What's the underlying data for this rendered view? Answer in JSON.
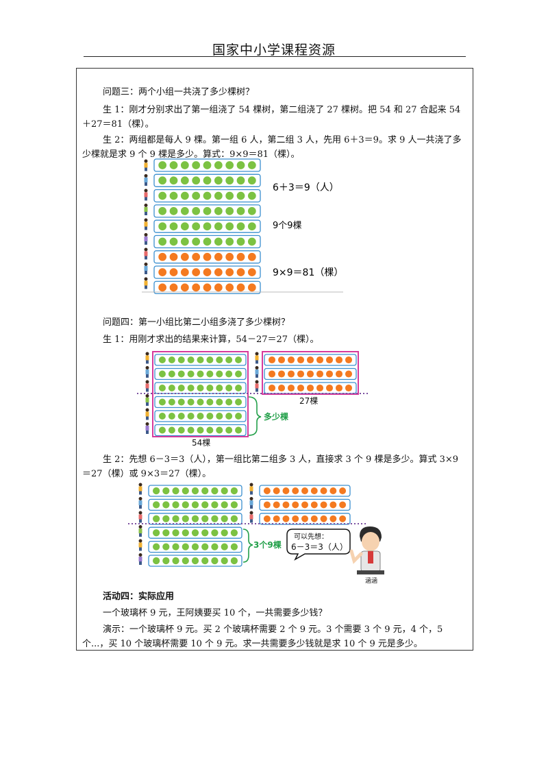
{
  "header": {
    "title": "国家中小学课程资源"
  },
  "q3": {
    "question": "问题三：两个小组一共浇了多少棵树？",
    "s1": "生 1：刚才分别求出了第一组浇了 54 棵树，第二组浇了 27 棵树。把 54 和 27 合起来 54＋27＝81（棵）。",
    "s2": "生 2：两组都是每人 9 棵。第一组 6 人，第二组 3 人，先用 6＋3＝9。求 9 人一共浇了多少棵就是求 9 个 9 棵是多少。算式：9×9＝81（棵）。"
  },
  "fig1": {
    "label_people": "6＋3＝9（人）",
    "label_groups": "9个9棵",
    "label_eq": "9×9＝81（棵）"
  },
  "q4": {
    "question": "问题四：第一小组比第二小组多浇了多少棵树？",
    "s1": "生 1：用刚才求出的结果来计算，54－27＝27（棵）。",
    "s2": "生 2：先想 6－3＝3（人），第一组比第二组多 3 人，直接求 3 个 9 棵是多少。算式 3×9＝27（棵）或 9×3＝27（棵）。"
  },
  "fig2": {
    "label_27": "27棵",
    "label_54": "54棵",
    "label_more": "多少棵"
  },
  "fig3": {
    "label_groups": "3个9棵",
    "bubble_line1": "可以先想：",
    "bubble_line2": "6－3＝3（人）",
    "character_name": "涵涵"
  },
  "activity4": {
    "title": "活动四：实际应用",
    "problem": "一个玻璃杯 9 元，王阿姨要买 10 个，一共需要多少钱？",
    "demo": "演示：一个玻璃杯 9 元。买 2 个玻璃杯需要 2 个 9 元。3 个需要 3 个 9 元，4 个，5 个...，买 10 个玻璃杯需要 10 个 9 元。求一共需要多少钱就是求 10 个 9 元是多少。"
  },
  "colors": {
    "green_dot": "#7cc242",
    "orange_dot": "#f47a20",
    "row_border": "#3a8fcf",
    "magenta": "#d63a9c",
    "bracket_green": "#23a04a",
    "dotted_line": "#7b4fa0"
  }
}
